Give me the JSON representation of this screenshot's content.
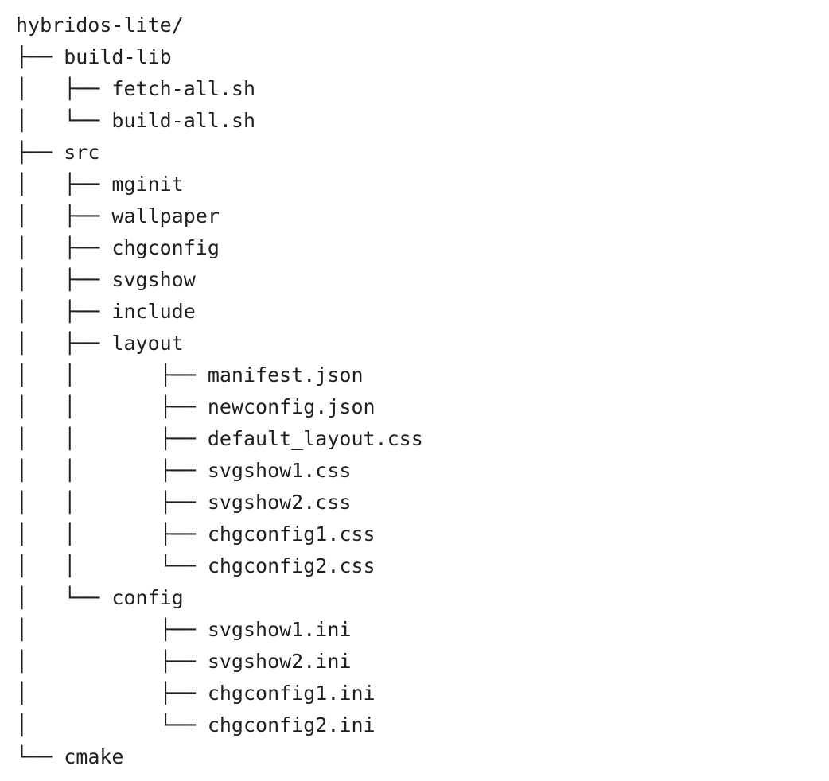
{
  "tree": [
    {
      "prefix": "",
      "name": "hybridos-lite/"
    },
    {
      "prefix": "├── ",
      "name": "build-lib"
    },
    {
      "prefix": "│   ├── ",
      "name": "fetch-all.sh"
    },
    {
      "prefix": "│   └── ",
      "name": "build-all.sh"
    },
    {
      "prefix": "├── ",
      "name": "src"
    },
    {
      "prefix": "│   ├── ",
      "name": "mginit"
    },
    {
      "prefix": "│   ├── ",
      "name": "wallpaper"
    },
    {
      "prefix": "│   ├── ",
      "name": "chgconfig"
    },
    {
      "prefix": "│   ├── ",
      "name": "svgshow"
    },
    {
      "prefix": "│   ├── ",
      "name": "include"
    },
    {
      "prefix": "│   ├── ",
      "name": "layout"
    },
    {
      "prefix": "│   │       ├── ",
      "name": "manifest.json"
    },
    {
      "prefix": "│   │       ├── ",
      "name": "newconfig.json"
    },
    {
      "prefix": "│   │       ├── ",
      "name": "default_layout.css"
    },
    {
      "prefix": "│   │       ├── ",
      "name": "svgshow1.css"
    },
    {
      "prefix": "│   │       ├── ",
      "name": "svgshow2.css"
    },
    {
      "prefix": "│   │       ├── ",
      "name": "chgconfig1.css"
    },
    {
      "prefix": "│   │       └── ",
      "name": "chgconfig2.css"
    },
    {
      "prefix": "│   └── ",
      "name": "config"
    },
    {
      "prefix": "│           ├── ",
      "name": "svgshow1.ini"
    },
    {
      "prefix": "│           ├── ",
      "name": "svgshow2.ini"
    },
    {
      "prefix": "│           ├── ",
      "name": "chgconfig1.ini"
    },
    {
      "prefix": "│           └── ",
      "name": "chgconfig2.ini"
    },
    {
      "prefix": "└── ",
      "name": "cmake"
    }
  ]
}
